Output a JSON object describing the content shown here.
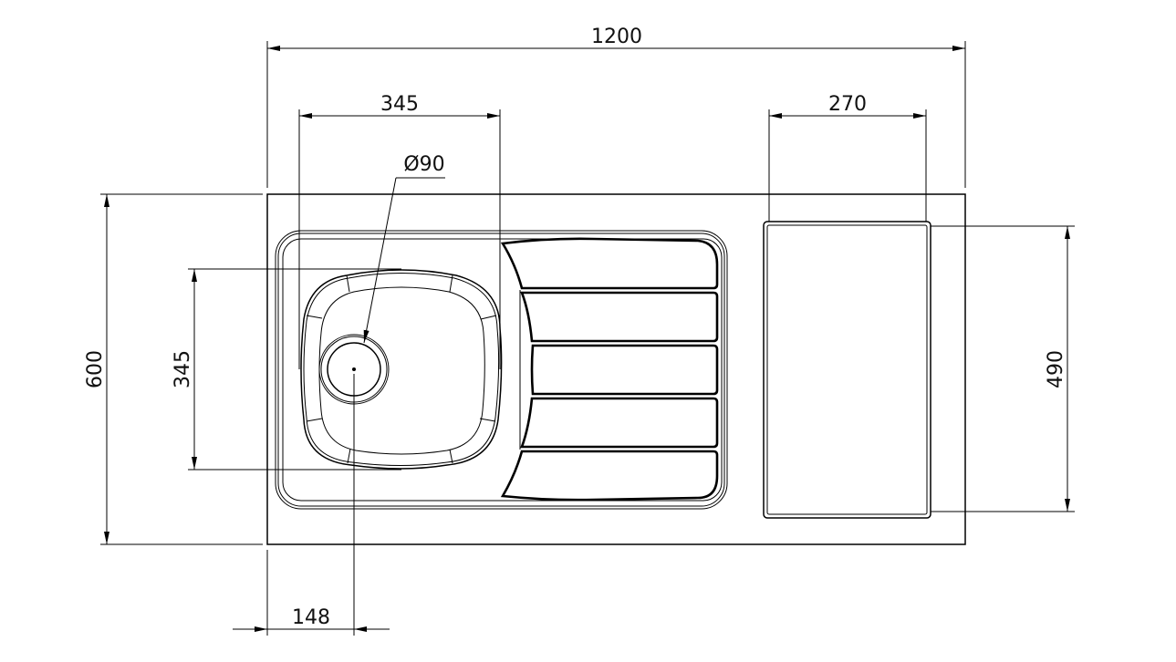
{
  "drawing": {
    "title": "Sink top view dimensions",
    "dimensions": {
      "overall_width": "1200",
      "overall_depth": "600",
      "bowl_width": "345",
      "bowl_depth": "345",
      "drain_diameter": "Ø90",
      "drain_offset": "148",
      "cutout_width": "270",
      "cutout_depth": "490"
    },
    "colors": {
      "line": "#000000",
      "background": "#ffffff"
    }
  }
}
